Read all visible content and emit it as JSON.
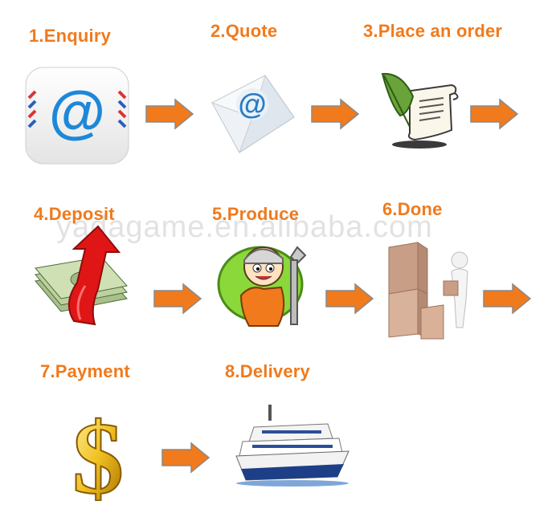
{
  "steps": [
    {
      "label": "1.Enquiry",
      "icon": "email-at-icon"
    },
    {
      "label": "2.Quote",
      "icon": "envelope-at-icon"
    },
    {
      "label": "3.Place an order",
      "icon": "quill-scroll-icon"
    },
    {
      "label": "4.Deposit",
      "icon": "money-arrow-icon"
    },
    {
      "label": "5.Produce",
      "icon": "worker-wrench-icon"
    },
    {
      "label": "6.Done",
      "icon": "boxes-person-icon"
    },
    {
      "label": "7.Payment",
      "icon": "dollar-sign-icon"
    },
    {
      "label": "8.Delivery",
      "icon": "ship-icon"
    }
  ],
  "watermark": "yadagame.en.alibaba.com",
  "colors": {
    "label": "#f07a1c",
    "arrow": "#f07a1c",
    "arrow_outline": "#8a8a8a"
  }
}
